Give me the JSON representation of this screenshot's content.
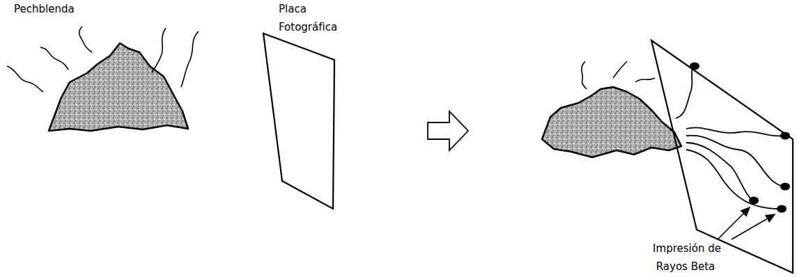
{
  "diagram": {
    "labels": [
      "Pechblenda",
      "Placa Fotográfica",
      "Impresión de Rayos Beta"
    ]
  }
}
